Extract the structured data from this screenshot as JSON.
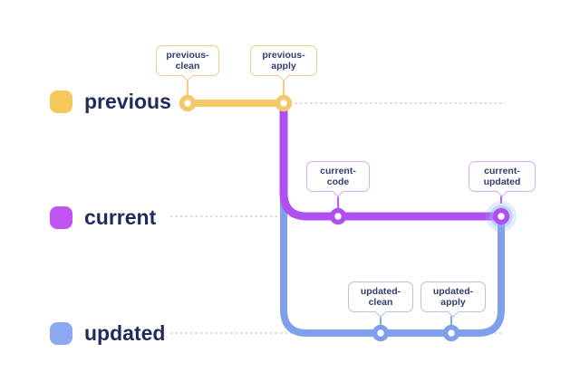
{
  "css_vars": {
    "yellow-line": "#F5C869",
    "yellow-swatch": "#F6C75A",
    "purple-line": "#B04FEF",
    "purple-swatch": "#C254F2",
    "blue-line": "#7E9FE9",
    "blue-swatch": "#8CA8F2",
    "navy": "#1F2B5B",
    "tooltip-text": "#323E6B",
    "dotted": "#CBD0D8",
    "tt-border-prev": "#F0CC8A",
    "tt-border-curr": "#DCA9F2",
    "tt-border-upd": "#B6C3E5",
    "glow": "#8FB3F7"
  },
  "branches": [
    {
      "name": "previous",
      "color": "#F6C75A"
    },
    {
      "name": "current",
      "color": "#C254F2"
    },
    {
      "name": "updated",
      "color": "#8CA8F2"
    }
  ],
  "commits": [
    {
      "id": "previous-clean",
      "line1": "previous-",
      "line2": "clean",
      "branch": "previous"
    },
    {
      "id": "previous-apply",
      "line1": "previous-",
      "line2": "apply",
      "branch": "previous"
    },
    {
      "id": "current-code",
      "line1": "current-",
      "line2": "code",
      "branch": "current"
    },
    {
      "id": "current-updated",
      "line1": "current-",
      "line2": "updated",
      "branch": "current",
      "highlighted": true
    },
    {
      "id": "updated-clean",
      "line1": "updated-",
      "line2": "clean",
      "branch": "updated"
    },
    {
      "id": "updated-apply",
      "line1": "updated-",
      "line2": "apply",
      "branch": "updated"
    }
  ]
}
